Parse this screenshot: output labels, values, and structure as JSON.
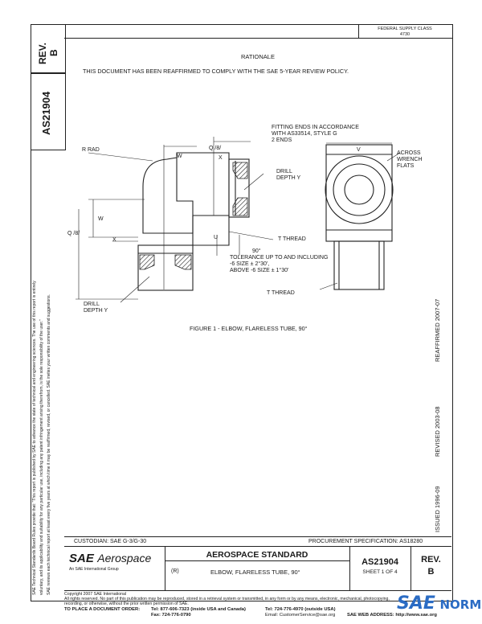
{
  "side": {
    "rev_label": "REV.",
    "rev_value": "B",
    "doc_number": "AS21904",
    "notice_lines": [
      "SAE Technical Standards Board Rules provide that: \"This report is published by SAE to advance the state of technical and engineering sciences. The use of this report is entirely",
      "voluntary, and its applicability and suitability for any particular use, including any patent infringement arising therefrom, is the sole responsibility of the user.\"",
      "SAE reviews each technical report at least every five years at which time it may be reaffirmed, revised, or cancelled. SAE invites your written comments and suggestions."
    ]
  },
  "header": {
    "class_lines": [
      "FEDERAL SUPPLY CLASS",
      "4730"
    ]
  },
  "rationale": {
    "title": "RATIONALE",
    "text": "THIS DOCUMENT HAS BEEN REAFFIRMED TO COMPLY WITH THE SAE 5-YEAR REVIEW POLICY."
  },
  "drawing": {
    "labels": {
      "fitting_ends": [
        "FITTING ENDS IN ACCORDANCE",
        "WITH AS33514, STYLE G",
        "2 ENDS"
      ],
      "r_rad": "R RAD",
      "w": "W",
      "q_top": "Q /8/",
      "x": "X",
      "v": "V",
      "across": [
        "ACROSS",
        "WRENCH",
        "FLATS"
      ],
      "drill_depth_top": [
        "DRILL",
        "DEPTH Y"
      ],
      "w_left": "W",
      "q_left": "Q /8/",
      "x_bottom": "X",
      "u": "U",
      "t_thread_1": "T THREAD",
      "angle": "90°",
      "tolerance": [
        "TOLERANCE UP TO AND INCLUDING",
        "-6 SIZE ± 2°30',",
        "ABOVE -6 SIZE ± 1°30'"
      ],
      "t_thread_2": "T THREAD",
      "drill_depth_bottom": [
        "DRILL",
        "DEPTH Y"
      ]
    },
    "caption": "FIGURE 1 - ELBOW, FLARELESS TUBE, 90°"
  },
  "right_margin": {
    "reaffirmed": "REAFFIRMED 2007-07",
    "revised": "REVISED 2003-08",
    "issued": "ISSUED 1996-09"
  },
  "title_block": {
    "custodian": "CUSTODIAN:  SAE G-3/G-30",
    "procurement": "PROCUREMENT SPECIFICATION:  AS18280",
    "logo_sae": "SAE",
    "logo_aero": "Aerospace",
    "logo_sub": "An SAE International Group",
    "standard": "AEROSPACE STANDARD",
    "r_mark": "(R)",
    "title": "ELBOW, FLARELESS TUBE, 90°",
    "doc_number": "AS21904",
    "sheet": "SHEET 1 OF 4",
    "rev_label": "REV.",
    "rev_value": "B"
  },
  "footer": {
    "copyright": "Copyright 2007 SAE International",
    "rights": "All rights reserved. No part of this publication may be reproduced, stored in a retrieval system or transmitted, in any form or by any means, electronic, mechanical, photocopying,",
    "rights2": "recording, or otherwise, without the prior written permission of SAE.",
    "order_label": "TO PLACE A DOCUMENT ORDER:",
    "tel1": "Tel: 877-606-7323 (inside USA and Canada)",
    "fax": "Fax: 724-776-0790",
    "tel2": "Tel: 724-776-4970 (outside USA)",
    "email": "Email: CustomerService@sae.org",
    "web": "SAE WEB ADDRESS: http://www.sae.org",
    "watermark_sae": "SAE",
    "watermark_norm": "NORM"
  }
}
